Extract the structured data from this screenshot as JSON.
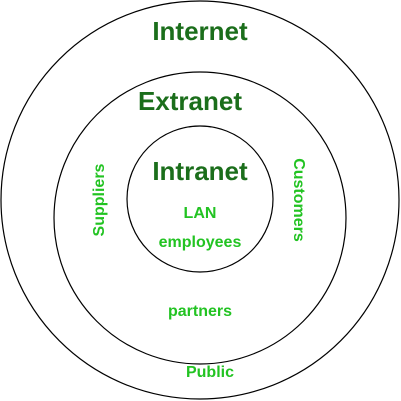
{
  "diagram": {
    "rings": {
      "outer": {
        "title": "Internet",
        "members": [
          "Public"
        ]
      },
      "middle": {
        "title": "Extranet",
        "members": [
          "Suppliers",
          "Customers",
          "partners"
        ]
      },
      "inner": {
        "title": "Intranet",
        "members": [
          "LAN",
          "employees"
        ]
      }
    },
    "colors": {
      "ring_stroke": "#000000",
      "title_text": "#1b6e1b",
      "member_text": "#22c322",
      "background": "#ffffff"
    }
  }
}
